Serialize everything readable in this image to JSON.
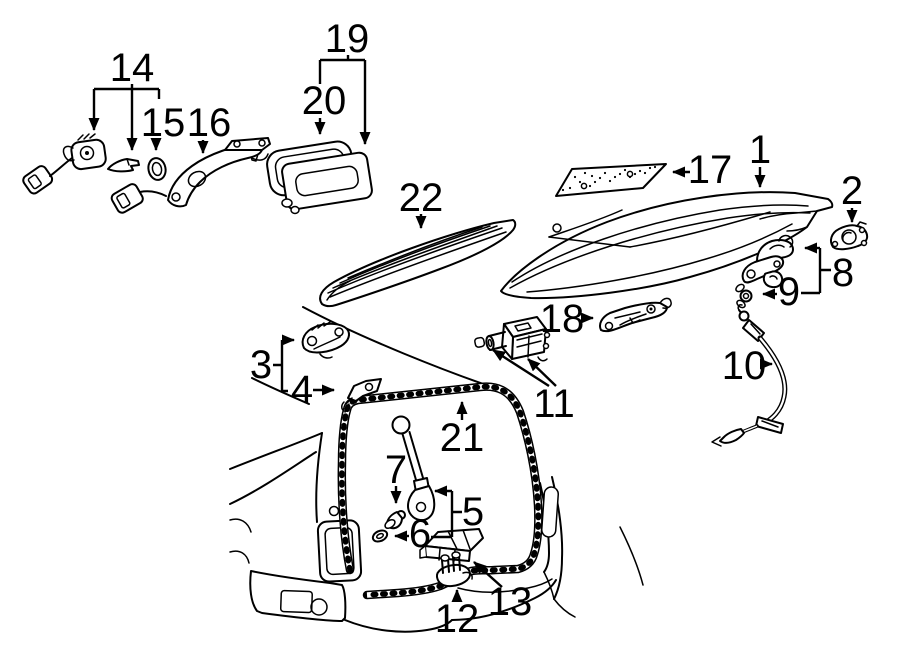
{
  "diagram": {
    "background": "#ffffff",
    "line_color": "#000000",
    "text_color": "#000000",
    "callouts": [
      "1",
      "2",
      "3",
      "4",
      "5",
      "6",
      "7",
      "8",
      "9",
      "10",
      "11",
      "12",
      "13",
      "14",
      "15",
      "16",
      "17",
      "18",
      "19",
      "20",
      "21",
      "22"
    ]
  }
}
